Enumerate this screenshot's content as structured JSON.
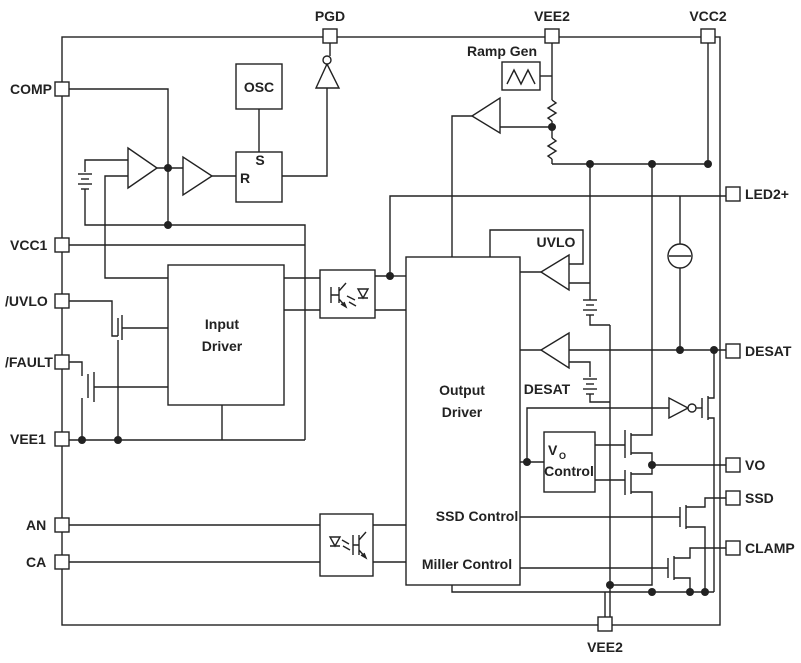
{
  "pins": {
    "pgd": "PGD",
    "vee2_top": "VEE2",
    "vcc2": "VCC2",
    "comp": "COMP",
    "led2plus": "LED2+",
    "vcc1": "VCC1",
    "uvlo_n": "/UVLO",
    "fault_n": "/FAULT",
    "desat": "DESAT",
    "vee1": "VEE1",
    "vo": "VO",
    "ssd": "SSD",
    "an": "AN",
    "clamp": "CLAMP",
    "ca": "CA",
    "vee2_bottom": "VEE2"
  },
  "blocks": {
    "osc": "OSC",
    "ramp_gen": "Ramp Gen",
    "latch_s": "S",
    "latch_r": "R",
    "input_driver_line1": "Input",
    "input_driver_line2": "Driver",
    "output_driver_line1": "Output",
    "output_driver_line2": "Driver",
    "uvlo_comp": "UVLO",
    "desat_comp": "DESAT",
    "vo_control_v": "V",
    "vo_control_sub": "O",
    "vo_control_line2": "Control",
    "ssd_control": "SSD Control",
    "miller_control": "Miller Control"
  }
}
